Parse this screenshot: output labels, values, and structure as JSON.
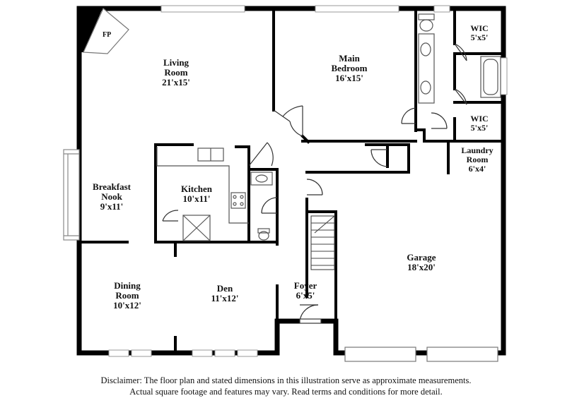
{
  "rooms": {
    "living": {
      "name_1": "Living",
      "name_2": "Room",
      "dims": "21'x15'"
    },
    "main_bedroom": {
      "name_1": "Main",
      "name_2": "Bedroom",
      "dims": "16'x15'"
    },
    "wic_top": {
      "name": "WIC",
      "dims": "5'x5'"
    },
    "wic_bottom": {
      "name": "WIC",
      "dims": "5'x5'"
    },
    "laundry": {
      "name_1": "Laundry",
      "name_2": "Room",
      "dims": "6'x4'"
    },
    "breakfast": {
      "name_1": "Breakfast",
      "name_2": "Nook",
      "dims": "9'x11'"
    },
    "kitchen": {
      "name": "Kitchen",
      "dims": "10'x11'"
    },
    "garage": {
      "name": "Garage",
      "dims": "18'x20'"
    },
    "dining": {
      "name_1": "Dining",
      "name_2": "Room",
      "dims": "10'x12'"
    },
    "den": {
      "name": "Den",
      "dims": "11'x12'"
    },
    "foyer": {
      "name": "Foyer",
      "dims": "6'x5'"
    }
  },
  "fireplace_label": "FP",
  "disclaimer": {
    "line_1": "Disclaimer: The floor plan and stated dimensions in this illustration serve as approximate measurements.",
    "line_2": "Actual square footage and features may vary. Read terms and conditions for more detail."
  }
}
